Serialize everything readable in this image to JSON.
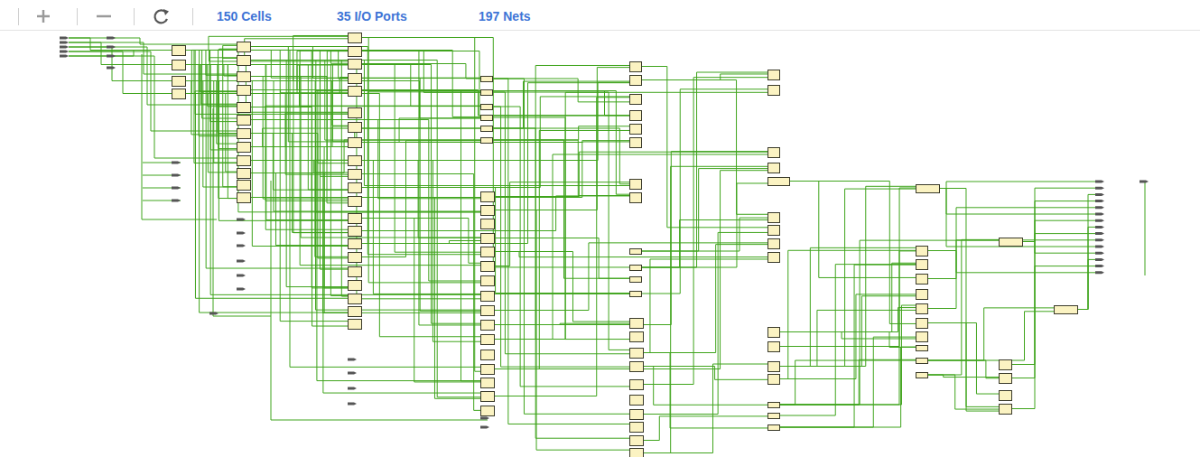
{
  "diagram": {
    "labels": [
      "150 Cells",
      "35 I/O Ports",
      "197 Nets"
    ]
  }
}
